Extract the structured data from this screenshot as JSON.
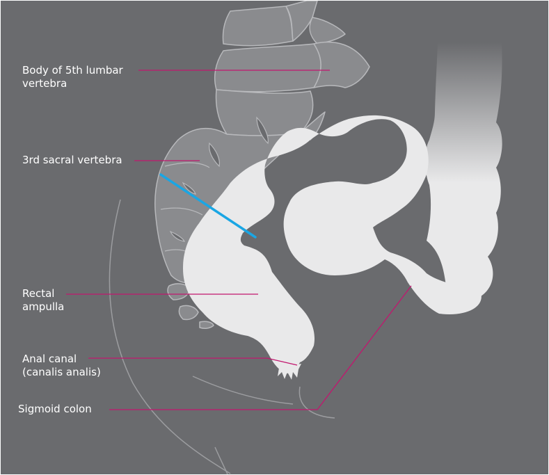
{
  "colors": {
    "background": "#6a6b6e",
    "bone_fill": "#8a8b8e",
    "bone_stroke": "#b8b9bc",
    "colon_fill": "#e9e9ea",
    "leader_line": "#c2166e",
    "angle_line": "#1aa6e4",
    "faint_curve": "#9c9da0",
    "label_text": "#ffffff"
  },
  "labels": {
    "lumbar": {
      "line1": "Body of 5th lumbar",
      "line2": "vertebra"
    },
    "sacral": {
      "line1": "3rd sacral vertebra"
    },
    "ampulla": {
      "line1": "Rectal",
      "line2": "ampulla"
    },
    "anal": {
      "line1": "Anal canal",
      "line2": "(canalis analis)"
    },
    "sigmoid": {
      "line1": "Sigmoid colon"
    }
  }
}
